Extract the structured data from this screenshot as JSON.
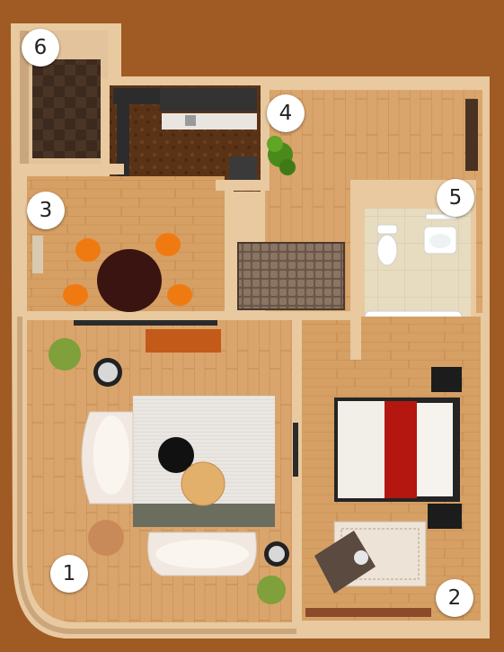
{
  "floor_plan": {
    "room_markers": [
      {
        "id": "living-room",
        "label": "1"
      },
      {
        "id": "bedroom",
        "label": "2"
      },
      {
        "id": "dining-area",
        "label": "3"
      },
      {
        "id": "hallway",
        "label": "4"
      },
      {
        "id": "bathroom",
        "label": "5"
      },
      {
        "id": "balcony",
        "label": "6"
      }
    ]
  },
  "colors": {
    "background": "#a05a24",
    "wall": "#e8c9a0",
    "wood_floor": "#d9a56c",
    "tile_floor": "#e7dcc0",
    "bed_red": "#b3170f",
    "chair_orange": "#f07a12"
  }
}
